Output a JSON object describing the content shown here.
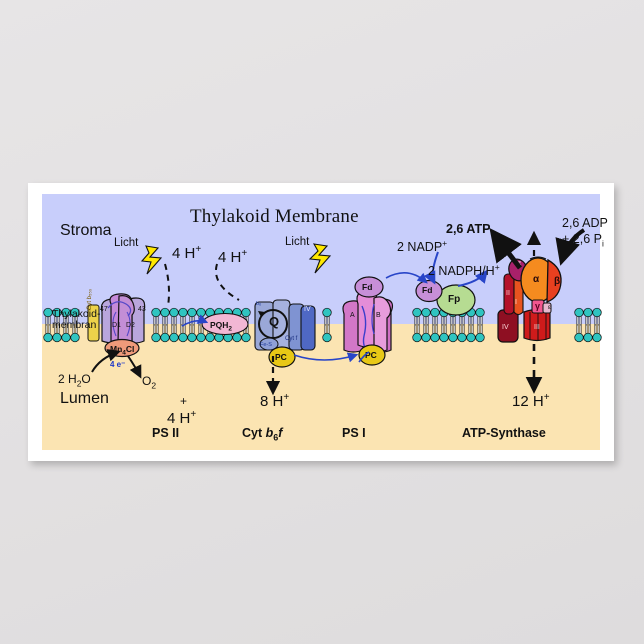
{
  "poster": {
    "title": "Thylakoid Membrane",
    "regions": {
      "stroma": "Stroma",
      "lumen": "Lumen",
      "membrane_line1": "Thylakoid-",
      "membrane_line2": "membran"
    },
    "complex_labels": [
      {
        "name": "ps2",
        "label": "PS II"
      },
      {
        "name": "cytb6f",
        "label": "Cyt b₆f"
      },
      {
        "name": "ps1",
        "label": "PS I"
      },
      {
        "name": "atpsynthase",
        "label": "ATP-Synthase"
      }
    ],
    "light_labels": [
      {
        "name": "light-ps2",
        "label": "Licht"
      },
      {
        "name": "light-ps1",
        "label": "Licht"
      }
    ],
    "proton_labels": [
      {
        "name": "protons-ps2-stroma",
        "value": "4 H",
        "charge": "+"
      },
      {
        "name": "protons-cytb6f-stroma",
        "value": "4 H",
        "charge": "+"
      },
      {
        "name": "protons-ps2-lumen",
        "value": "4 H",
        "charge": "+"
      },
      {
        "name": "protons-cytb6f-lumen",
        "value": "8 H",
        "charge": "+"
      },
      {
        "name": "protons-atpsynthase-lumen",
        "value": "12 H",
        "charge": "+"
      }
    ],
    "water_split": {
      "substrate": "2 H₂O",
      "electrons": "4 e⁻",
      "product_oxygen": "O₂",
      "product_plus": "+",
      "product_protons": "4 H⁺"
    },
    "nadp": {
      "substrate": "2 NADP⁺",
      "product": "2 NADPH/H⁺"
    },
    "atp": {
      "product": "2,6 ATP",
      "substrate_line1": "2,6 ADP",
      "substrate_line2": "+ 2,6 Pᵢ"
    },
    "ps2_subunits": [
      {
        "name": "cp47",
        "label": "47"
      },
      {
        "name": "cp43",
        "label": "43"
      },
      {
        "name": "d1",
        "label": "D1"
      },
      {
        "name": "d2",
        "label": "D2"
      },
      {
        "name": "cytb559",
        "label": "Cyt b₅₅₉"
      },
      {
        "name": "mn4cl",
        "label": "Mn₄Cl"
      }
    ],
    "cytb6f_subunits": [
      {
        "name": "q-cycle",
        "label": "Q"
      },
      {
        "name": "cytb6",
        "label": "b₆"
      },
      {
        "name": "fe-s",
        "label": "Fe-S"
      },
      {
        "name": "cytf",
        "label": "Cyt f"
      },
      {
        "name": "subunit-iv",
        "label": "IV"
      }
    ],
    "ps1_subunits": [
      {
        "name": "psaa",
        "label": "A"
      },
      {
        "name": "psab",
        "label": "B"
      }
    ],
    "carriers": [
      {
        "name": "pqh2",
        "label": "PQH",
        "sub": "2"
      },
      {
        "name": "pc-left",
        "label": "PC",
        "sub": ""
      },
      {
        "name": "pc-right",
        "label": "PC",
        "sub": ""
      },
      {
        "name": "fd-bound",
        "label": "Fd",
        "sub": ""
      },
      {
        "name": "fd-free",
        "label": "Fd",
        "sub": ""
      },
      {
        "name": "fp",
        "label": "Fp",
        "sub": ""
      }
    ],
    "atp_synthase_subunits": [
      {
        "name": "delta",
        "label": "δ"
      },
      {
        "name": "alpha",
        "label": "α"
      },
      {
        "name": "beta",
        "label": "β"
      },
      {
        "name": "gamma",
        "label": "γ"
      },
      {
        "name": "epsilon",
        "label": "ε"
      },
      {
        "name": "subunit-ii",
        "label": "II"
      },
      {
        "name": "subunit-i",
        "label": "I"
      },
      {
        "name": "subunit-iv-cf0",
        "label": "IV"
      },
      {
        "name": "subunit-iii",
        "label": "III"
      }
    ],
    "colors": {
      "stroma": "#c8cefb",
      "lumen": "#fbe4b2",
      "membrane_head": "#2fc4c0",
      "ps2": "#b9a6dd",
      "ps2_core": "#c589d9",
      "mn_cluster": "#ef9a7a",
      "cytb6f": "#9aa8d8",
      "cytb6f_dark": "#4f68c4",
      "ps1": "#d277c8",
      "pc": "#e8c816",
      "fd": "#c78fd8",
      "fp": "#b6dc92",
      "pqh2": "#f2b7d4",
      "cf1_alpha": "#f58b1f",
      "cf1_beta": "#e8401f",
      "cf0": "#b4122a",
      "arrow_blue": "#2845c8",
      "lightning": "#ffe800"
    }
  }
}
